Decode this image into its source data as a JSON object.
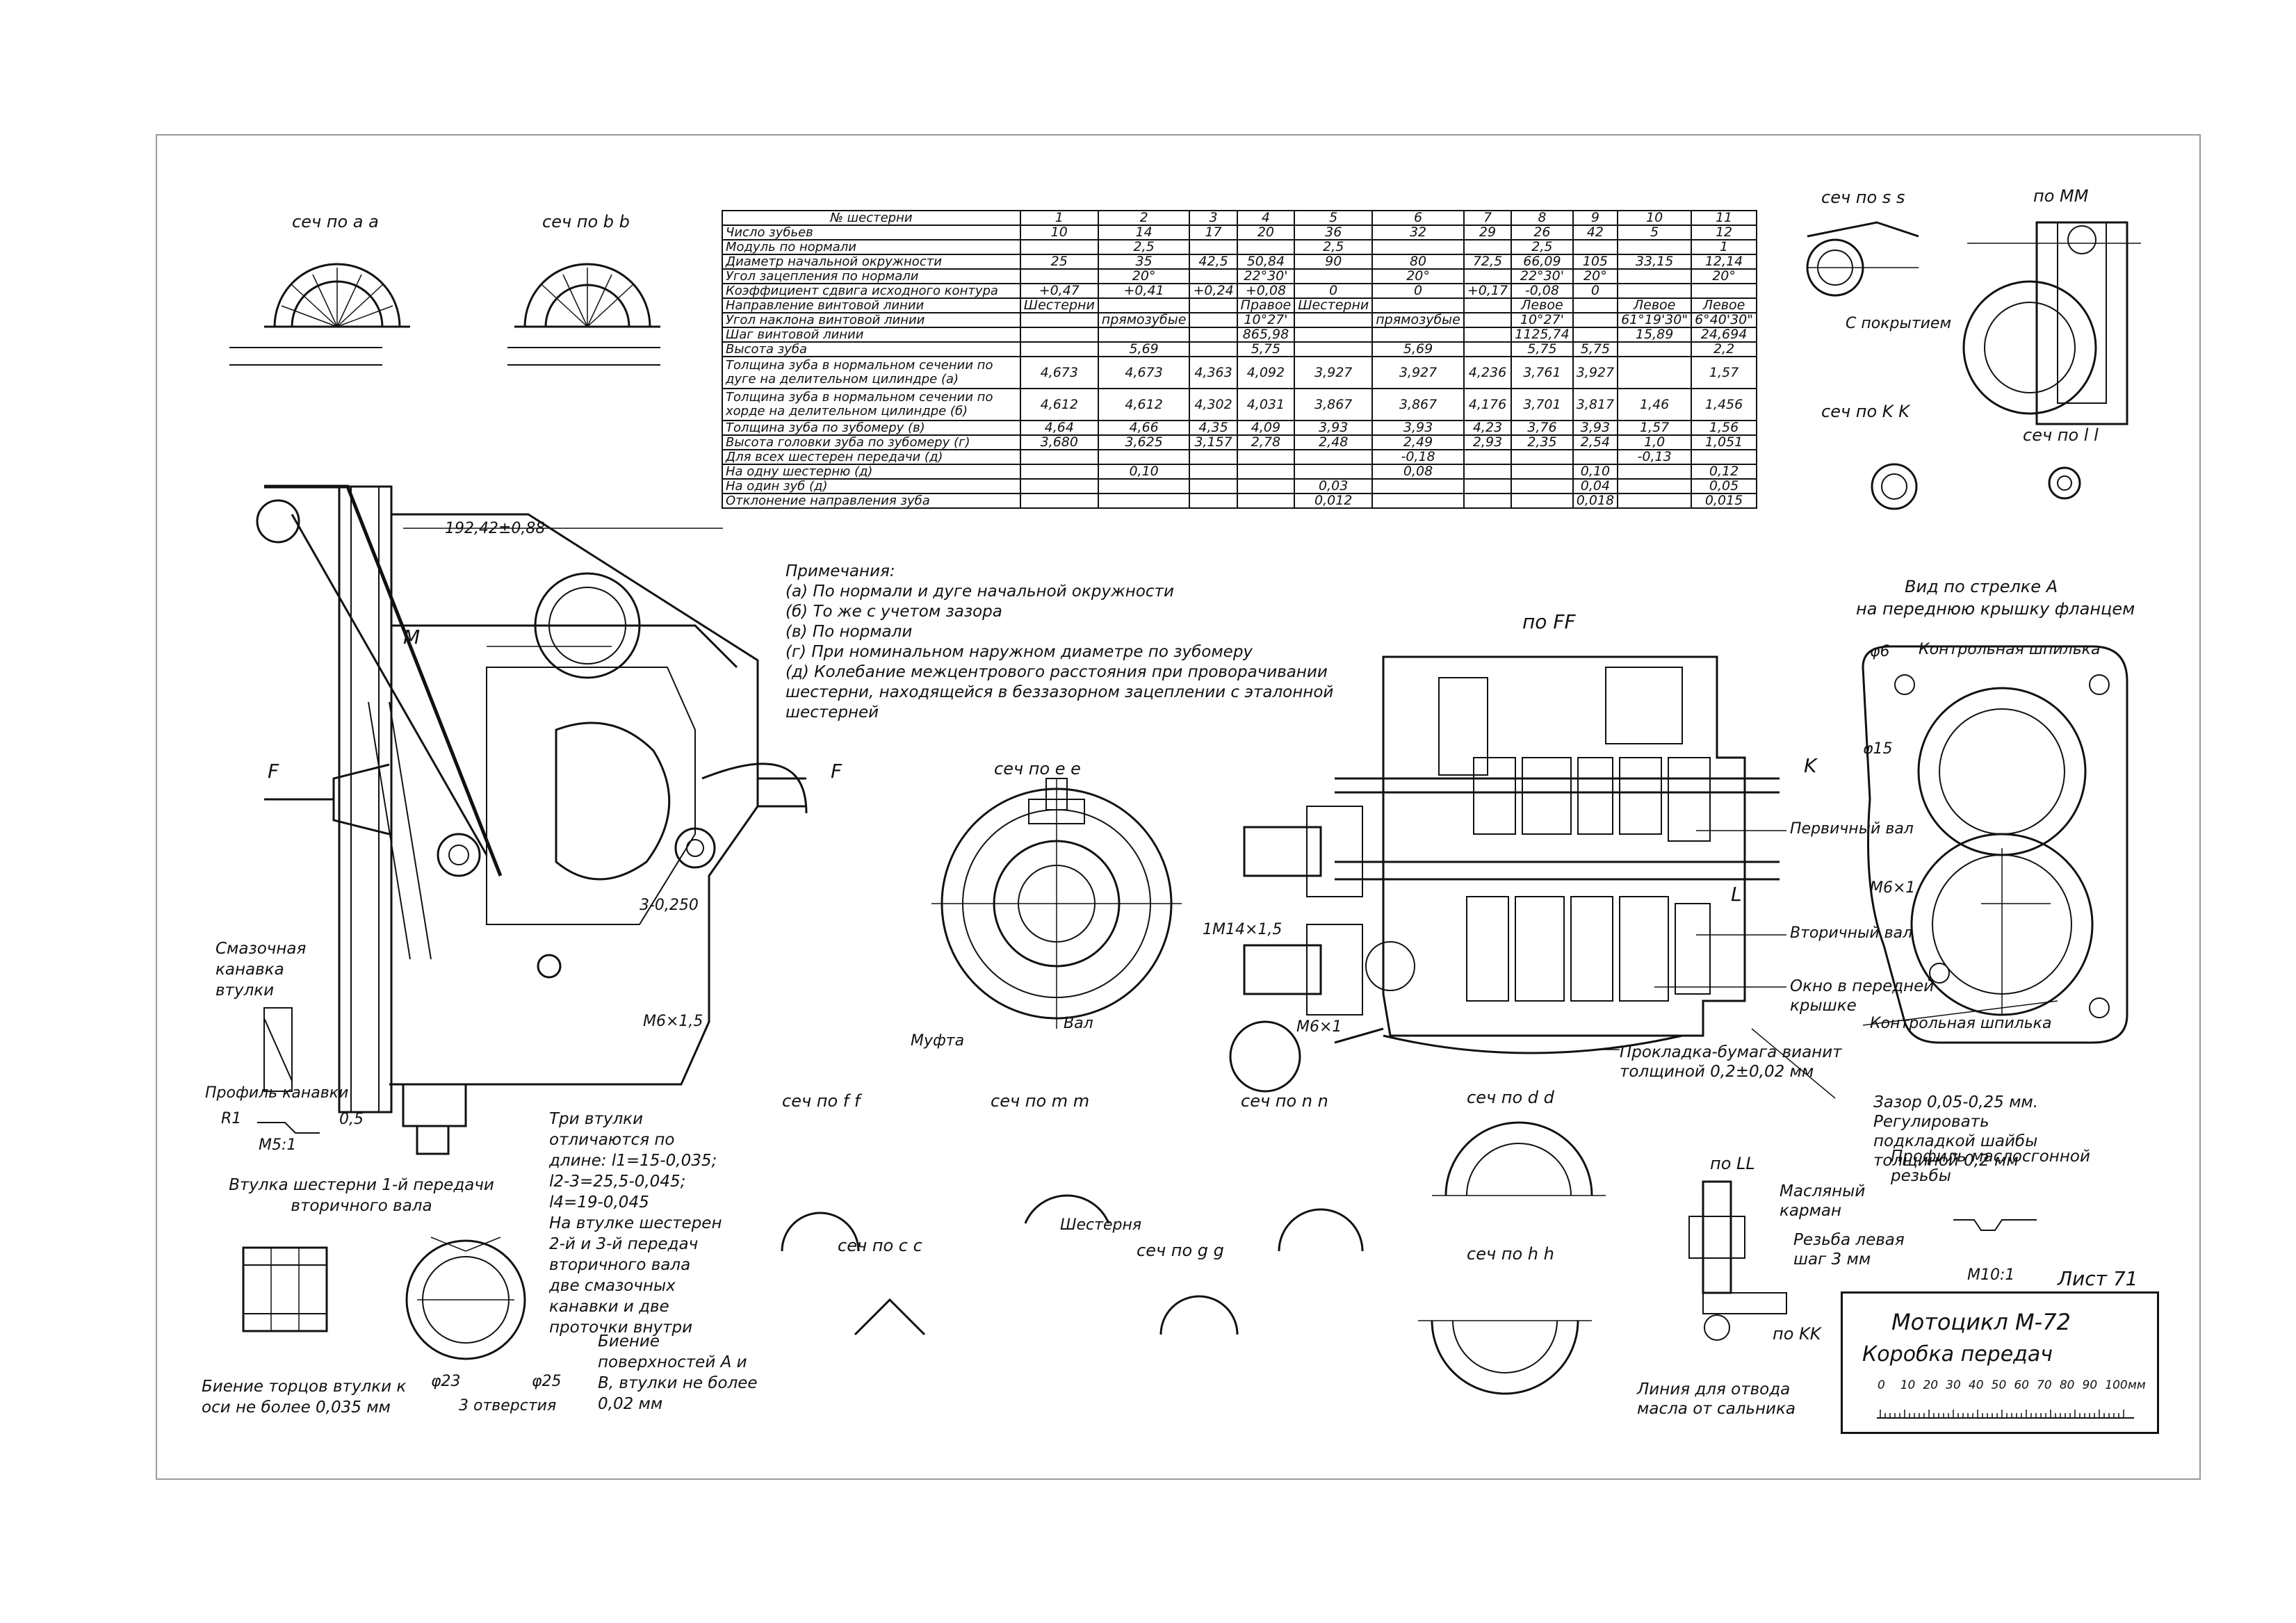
{
  "header_text": "",
  "sections": {
    "aa": "сеч по a a",
    "bb": "сеч по b b",
    "ss": "сеч по s s",
    "mm_top": "по MM",
    "kk": "сеч по K K",
    "ll_small": "сеч по l l",
    "ee": "сеч по e e",
    "ff": "по FF",
    "f1": "сеч по f f",
    "mm": "сеч по m m",
    "nn": "сеч по n n",
    "dd": "сеч по d d",
    "cc": "сеч по c c",
    "gg": "сеч по g g",
    "hh": "сеч по h h",
    "LL": "по LL",
    "KK": "по KK",
    "view_a": "Вид по стрелке A",
    "view_a2": "на переднюю крышку фланцем"
  },
  "gear_table": {
    "header_label": "№ шестерни",
    "gear_numbers": [
      "1",
      "2",
      "3",
      "4",
      "5",
      "6",
      "7",
      "8",
      "9",
      "10",
      "11"
    ],
    "rows": [
      {
        "param": "Число зубьев",
        "cells": [
          "10",
          "14",
          "17",
          "20",
          "36",
          "32",
          "29",
          "26",
          "42",
          "5",
          "12"
        ]
      },
      {
        "param": "Модуль по нормали",
        "cells": [
          "",
          "2,5",
          "",
          "",
          "2,5",
          "",
          "",
          "2,5",
          "",
          "",
          "1"
        ]
      },
      {
        "param": "Диаметр начальной окружности",
        "cells": [
          "25",
          "35",
          "42,5",
          "50,84",
          "90",
          "80",
          "72,5",
          "66,09",
          "105",
          "33,15",
          "12,14"
        ]
      },
      {
        "param": "Угол зацепления по нормали",
        "cells": [
          "",
          "20°",
          "",
          "22°30'",
          "",
          "20°",
          "",
          "22°30'",
          "20°",
          "",
          "20°"
        ]
      },
      {
        "param": "Коэффициент сдвига исходного контура",
        "cells": [
          "+0,47",
          "+0,41",
          "+0,24",
          "+0,08",
          "0",
          "0",
          "+0,17",
          "-0,08",
          "0",
          "",
          ""
        ]
      },
      {
        "param": "Направление винтовой линии",
        "cells": [
          "Шестерни",
          "",
          "",
          "Правое",
          "Шестерни",
          "",
          "",
          "Левое",
          "",
          "Левое",
          "Левое"
        ]
      },
      {
        "param": "Угол наклона винтовой линии",
        "cells": [
          "",
          "прямозубые",
          "",
          "10°27'",
          "",
          "прямозубые",
          "",
          "10°27'",
          "",
          "61°19'30\"",
          "6°40'30\""
        ]
      },
      {
        "param": "Шаг винтовой линии",
        "cells": [
          "",
          "",
          "",
          "865,98",
          "",
          "",
          "",
          "1125,74",
          "",
          "15,89",
          "24,694"
        ]
      },
      {
        "param": "Высота зуба",
        "cells": [
          "",
          "5,69",
          "",
          "5,75",
          "",
          "5,69",
          "",
          "5,75",
          "5,75",
          "",
          "2,2"
        ]
      },
      {
        "param": "Толщина зуба в нормальном сечении по дуге на делительном цилиндре (а)",
        "cells": [
          "4,673",
          "4,673",
          "4,363",
          "4,092",
          "3,927",
          "3,927",
          "4,236",
          "3,761",
          "3,927",
          "",
          "1,57"
        ],
        "tall": true
      },
      {
        "param": "Толщина зуба в нормальном сечении по хорде на делительном цилиндре (б)",
        "cells": [
          "4,612",
          "4,612",
          "4,302",
          "4,031",
          "3,867",
          "3,867",
          "4,176",
          "3,701",
          "3,817",
          "1,46",
          "1,456"
        ],
        "tall": true
      },
      {
        "param": "Толщина зуба по зубомеру (в)",
        "cells": [
          "4,64",
          "4,66",
          "4,35",
          "4,09",
          "3,93",
          "3,93",
          "4,23",
          "3,76",
          "3,93",
          "1,57",
          "1,56"
        ]
      },
      {
        "param": "Высота головки зуба по зубомеру (г)",
        "cells": [
          "3,680",
          "3,625",
          "3,157",
          "2,78",
          "2,48",
          "2,49",
          "2,93",
          "2,35",
          "2,54",
          "1,0",
          "1,051"
        ]
      },
      {
        "param": "Для всех шестерен передачи (д)",
        "cells": [
          "",
          "",
          "",
          "",
          "",
          "-0,18",
          "",
          "",
          "",
          "-0,13",
          ""
        ]
      },
      {
        "param": "На одну шестерню (д)",
        "cells": [
          "",
          "0,10",
          "",
          "",
          "",
          "0,08",
          "",
          "",
          "0,10",
          "",
          "0,12"
        ]
      },
      {
        "param": "На один зуб (д)",
        "cells": [
          "",
          "",
          "",
          "",
          "0,03",
          "",
          "",
          "",
          "0,04",
          "",
          "0,05"
        ]
      },
      {
        "param": "Отклонение направления зуба",
        "cells": [
          "",
          "",
          "",
          "",
          "0,012",
          "",
          "",
          "",
          "0,018",
          "",
          "0,015"
        ]
      }
    ]
  },
  "notes": {
    "title": "Примечания:",
    "items": [
      "(а) По нормали и дуге начальной окружности",
      "(б) То же с учетом зазора",
      "(в) По нормали",
      "(г) При номинальном наружном диаметре по зубомеру",
      "(д) Колебание межцентрового расстояния при проворачивании шестерни, находящейся в беззазорном зацеплении с эталонной шестерней"
    ]
  },
  "labels": {
    "dim_192": "192,42±0,88",
    "m_label": "M",
    "f_left": "F",
    "f_right": "F",
    "m6_15": "M6×1,5",
    "dim_3": "3-0,250",
    "grease_groove": "Смазочная канавка втулки",
    "groove_profile": "Профиль канавки",
    "m5_1": "M5:1",
    "r1": "R1",
    "dim_05": "0,5",
    "bushing_title": "Втулка шестерни 1-й передачи вторичного вала",
    "bushing_note1": "Три втулки отличаются по длине: l1=15-0,035; l2-3=25,5-0,045; l4=19-0,045",
    "bushing_note2": "На втулке шестерен 2-й и 3-й передач вторичного вала две смазочных канавки и две проточки внутри",
    "bushing_note3": "Биение поверхностей A и B, втулки не более 0,02 мм",
    "runout": "Биение торцов втулки к оси не более 0,035 мм",
    "holes3": "3 отверстия",
    "d23": "φ23",
    "d25": "φ25",
    "primary_shaft": "Первичный вал",
    "secondary_shaft": "Вторичный вал",
    "window": "Окно в передней крышке",
    "gasket": "Прокладка-бумага вианит толщиной 0,2±0,02 мм",
    "gap": "Зазор 0,05-0,25 мм. Регулировать подкладкой шайбы толщиной 0,2 мм",
    "control_pin_top": "Контрольная шпилька",
    "control_pin_bottom": "Контрольная шпилька",
    "m6_1": "M6×1",
    "m14_15": "1M14×1,5",
    "thread_profile": "Профиль маслосгонной резьбы",
    "oil_pocket": "Масляный карман",
    "thread_left": "Резьба левая шаг 3 мм",
    "oil_drain": "Линия для отвода масла от сальника",
    "m10_1": "M10:1",
    "coated": "С покрытием",
    "shaft_label": "Вал",
    "coupling": "Муфта",
    "gear_label": "Шестерня",
    "k_label": "K",
    "l_label": "L",
    "d15": "φ15",
    "d6": "φ6"
  },
  "title_block": {
    "sheet": "Лист 71",
    "vehicle": "Мотоцикл М-72",
    "part": "Коробка передач",
    "scale_ticks": [
      "0",
      "10",
      "20",
      "30",
      "40",
      "50",
      "60",
      "70",
      "80",
      "90",
      "100",
      "мм"
    ]
  }
}
